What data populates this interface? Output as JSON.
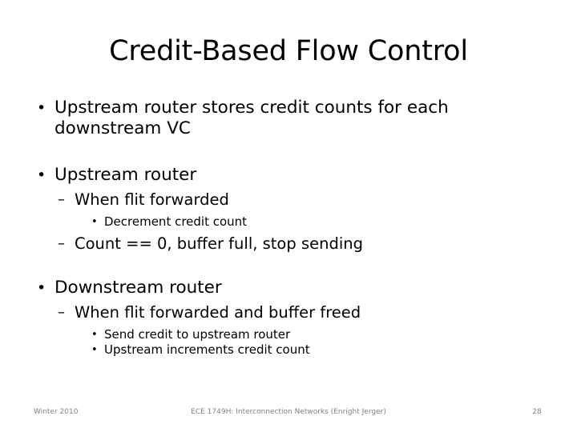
{
  "slide": {
    "title": "Credit-Based Flow Control",
    "background_color": "#ffffff",
    "text_color": "#000000",
    "footer_color": "#808080",
    "bullets": [
      {
        "level": 1,
        "marker": "•",
        "text": "Upstream router stores credit counts for each downstream VC"
      },
      {
        "level": 1,
        "marker": "•",
        "text": "Upstream router"
      },
      {
        "level": 2,
        "marker": "–",
        "text": "When flit forwarded"
      },
      {
        "level": 3,
        "marker": "•",
        "text": "Decrement credit count"
      },
      {
        "level": 2,
        "marker": "–",
        "text": "Count == 0, buffer full, stop sending"
      },
      {
        "level": 1,
        "marker": "•",
        "text": "Downstream router"
      },
      {
        "level": 2,
        "marker": "–",
        "text": "When flit forwarded and buffer freed"
      },
      {
        "level": 3,
        "marker": "•",
        "text": "Send credit to upstream router"
      },
      {
        "level": 3,
        "marker": "•",
        "text": "Upstream increments credit count"
      }
    ]
  },
  "footer": {
    "left": "Winter 2010",
    "center": "ECE 1749H: Interconnection Networks (Enright Jerger)",
    "page_number": "28"
  }
}
